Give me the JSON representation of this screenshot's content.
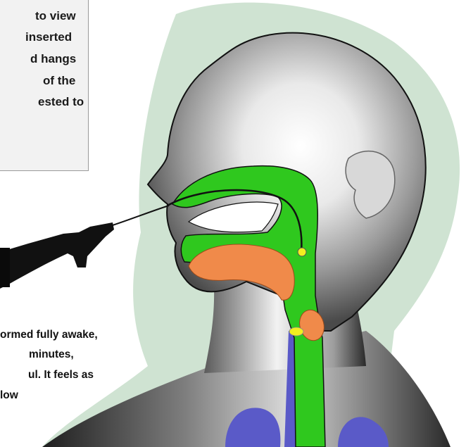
{
  "note": {
    "lines": [
      "to view",
      "inserted",
      "d hangs",
      "of the",
      "ested to"
    ]
  },
  "caption": {
    "lines": [
      "ormed fully awake,",
      "minutes,",
      "ul. It feels as",
      "low"
    ]
  },
  "colors": {
    "airway": "#2fc81e",
    "tongue": "#f08a4a",
    "trachea": "#5a5ac8",
    "scope_tip": "#f2ef20",
    "halo": "#cfe3d2",
    "scope": "#111111"
  }
}
